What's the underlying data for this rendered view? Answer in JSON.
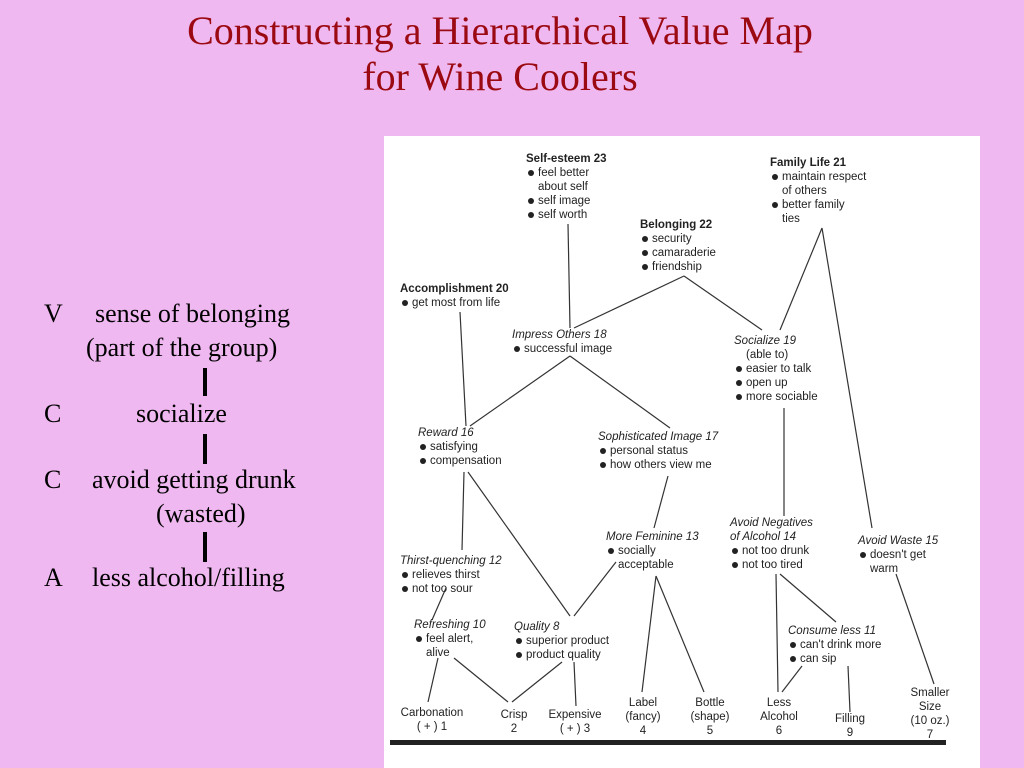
{
  "title": {
    "line1": "Constructing a Hierarchical Value Map",
    "line2": "for Wine Coolers"
  },
  "chain": [
    {
      "level": "V",
      "text": "sense of belonging",
      "sub": "(part of the group)"
    },
    {
      "level": "C",
      "text": "socialize"
    },
    {
      "level": "C",
      "text": "avoid getting drunk",
      "sub": "(wasted)"
    },
    {
      "level": "A",
      "text": "less alcohol/filling"
    }
  ],
  "map": {
    "self_esteem": {
      "title": "Self-esteem 23",
      "items": [
        "feel better",
        "about self",
        "self image",
        "self worth"
      ]
    },
    "family_life": {
      "title": "Family Life 21",
      "items": [
        "maintain respect",
        "of others",
        "better family",
        "ties"
      ]
    },
    "belonging": {
      "title": "Belonging 22",
      "items": [
        "security",
        "camaraderie",
        "friendship"
      ]
    },
    "accomplishment": {
      "title": "Accomplishment 20",
      "items": [
        "get most from life"
      ]
    },
    "impress_others": {
      "title": "Impress Others 18",
      "items": [
        "successful image"
      ]
    },
    "socialize": {
      "title": "Socialize 19",
      "sub": "(able to)",
      "items": [
        "easier to talk",
        "open up",
        "more sociable"
      ]
    },
    "reward": {
      "title": "Reward 16",
      "items": [
        "satisfying",
        "compensation"
      ]
    },
    "sophisticated": {
      "title": "Sophisticated Image 17",
      "items": [
        "personal status",
        "how others view me"
      ]
    },
    "thirst": {
      "title": "Thirst-quenching 12",
      "items": [
        "relieves thirst",
        "not too sour"
      ]
    },
    "feminine": {
      "title": "More Feminine 13",
      "items": [
        "socially",
        "acceptable"
      ]
    },
    "avoid_negatives": {
      "title": "Avoid Negatives",
      "title2": "of Alcohol 14",
      "items": [
        "not too drunk",
        "not too tired"
      ]
    },
    "avoid_waste": {
      "title": "Avoid Waste 15",
      "items": [
        "doesn't get",
        "warm"
      ]
    },
    "refreshing": {
      "title": "Refreshing 10",
      "items": [
        "feel alert,",
        "alive"
      ]
    },
    "quality": {
      "title": "Quality 8",
      "items": [
        "superior product",
        "product quality"
      ]
    },
    "consume_less": {
      "title": "Consume less 11",
      "items": [
        "can't drink more",
        "can sip"
      ]
    },
    "attributes": {
      "carbonation": [
        "Carbonation",
        "( + )   1"
      ],
      "crisp": [
        "Crisp",
        "2"
      ],
      "expensive": [
        "Expensive",
        "( + )   3"
      ],
      "label": [
        "Label",
        "(fancy)",
        "4"
      ],
      "bottle": [
        "Bottle",
        "(shape)",
        "5"
      ],
      "less_alcohol": [
        "Less",
        "Alcohol",
        "6"
      ],
      "filling": [
        "Filling",
        "9"
      ],
      "smaller_size": [
        "Smaller",
        "Size",
        "(10 oz.)",
        "7"
      ]
    }
  }
}
